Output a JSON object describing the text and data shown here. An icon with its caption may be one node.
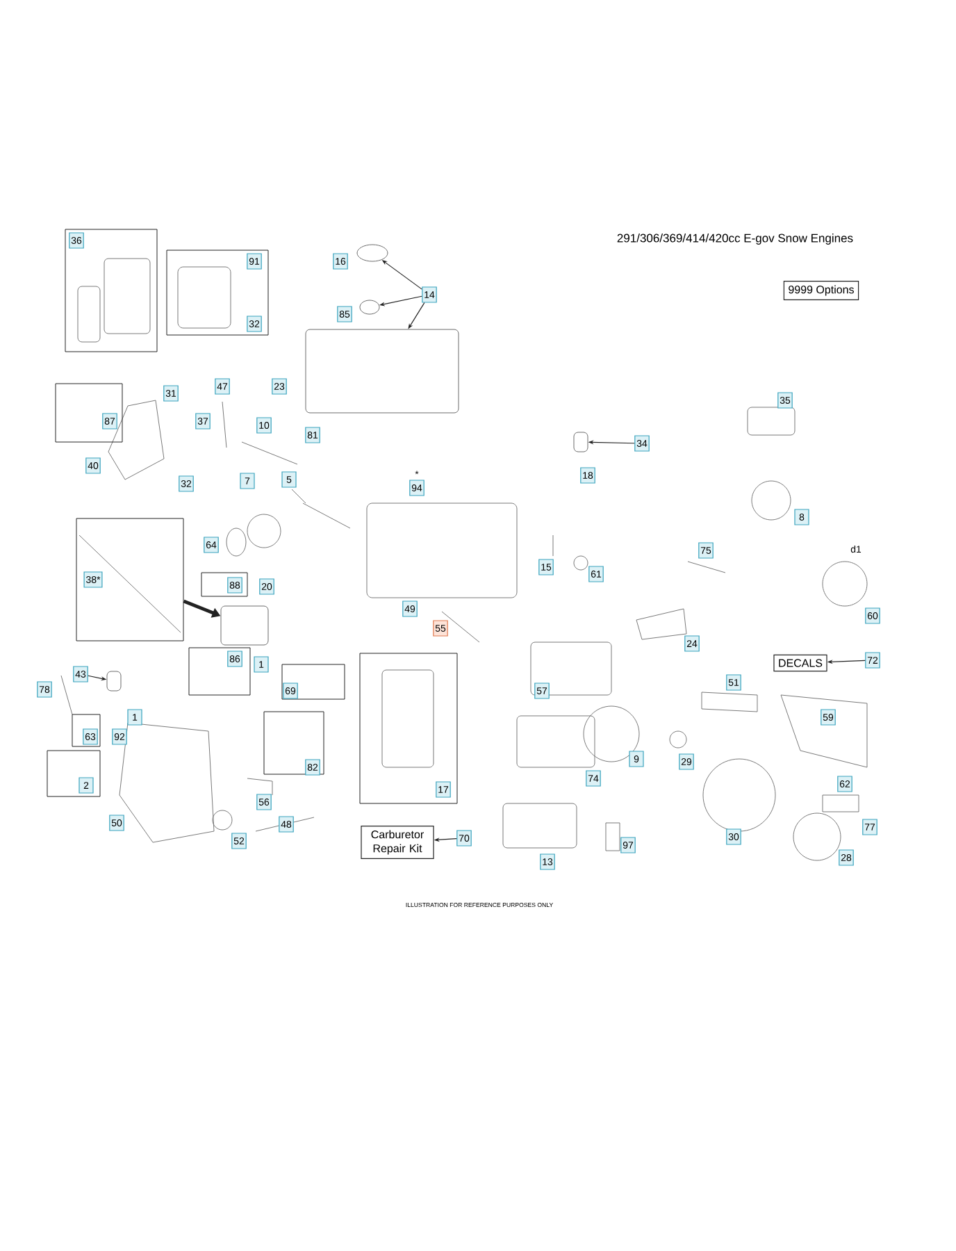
{
  "diagram": {
    "title": "291/306/369/414/420cc E-gov Snow Engines",
    "caption": "ILLUSTRATION FOR REFERENCE PURPOSES ONLY",
    "nodes": [
      {
        "text": [],
        "shape": "box"
      },
      {
        "text": [
          "36"
        ],
        "in": 0
      },
      {
        "text": [],
        "shape": "box"
      },
      {
        "text": [
          "91"
        ],
        "in": 2
      },
      {
        "text": [
          "32"
        ],
        "in": 2
      },
      {
        "text": [
          "16"
        ]
      },
      {
        "text": [],
        "shape": "circle"
      },
      {
        "text": [
          "14"
        ]
      },
      {
        "text": [
          "85"
        ]
      },
      {
        "text": [],
        "shape": "circle"
      },
      {
        "text": [],
        "shape": "box"
      },
      {
        "text": [
          "9999  Options"
        ]
      },
      {
        "text": [],
        "shape": "box"
      },
      {
        "text": [
          "87"
        ],
        "in": 12
      },
      {
        "text": [
          "31"
        ]
      },
      {
        "text": [
          "47"
        ]
      },
      {
        "text": [
          "23"
        ]
      },
      {
        "text": [
          "37"
        ]
      },
      {
        "text": [
          "10"
        ]
      },
      {
        "text": [
          "81"
        ]
      },
      {
        "text": [
          "35"
        ]
      },
      {
        "text": [
          "34"
        ]
      },
      {
        "text": [],
        "shape": "box"
      },
      {
        "text": [
          "40"
        ]
      },
      {
        "text": [
          "18"
        ]
      },
      {
        "text": [
          "32"
        ]
      },
      {
        "text": [
          "7"
        ]
      },
      {
        "text": [
          "5"
        ]
      },
      {
        "text": [
          "94"
        ],
        "beside": [
          "*"
        ]
      },
      {
        "text": [
          "8"
        ]
      },
      {
        "text": [],
        "shape": "box"
      },
      {
        "text": [
          "38*"
        ],
        "in": 30
      },
      {
        "text": [
          "64"
        ]
      },
      {
        "text": [
          "75"
        ]
      },
      {
        "text": [
          "15"
        ]
      },
      {
        "text": [
          "61"
        ]
      },
      {
        "text": [],
        "shape": "box"
      },
      {
        "text": [
          "88"
        ],
        "in": 36
      },
      {
        "text": [
          "20"
        ]
      },
      {
        "text": [
          "49"
        ]
      },
      {
        "text": [
          "60"
        ]
      },
      {
        "text": [
          "55"
        ]
      },
      {
        "text": [
          "24"
        ]
      },
      {
        "text": [],
        "shape": "box"
      },
      {
        "text": [
          "DECALS"
        ]
      },
      {
        "text": [
          "72"
        ]
      },
      {
        "text": [],
        "shape": "box"
      },
      {
        "text": [
          "86"
        ],
        "in": 46
      },
      {
        "text": [
          "1"
        ]
      },
      {
        "text": [
          "43"
        ]
      },
      {
        "text": [],
        "shape": "box"
      },
      {
        "text": [
          "78"
        ]
      },
      {
        "text": [],
        "shape": "box"
      },
      {
        "text": [
          "69"
        ],
        "in": 52
      },
      {
        "text": [
          "57"
        ]
      },
      {
        "text": [
          "51"
        ]
      },
      {
        "text": [],
        "shape": "box"
      },
      {
        "text": [
          "17"
        ],
        "in": 56
      },
      {
        "text": [
          "1"
        ]
      },
      {
        "text": [
          "59"
        ]
      },
      {
        "text": [],
        "shape": "box"
      },
      {
        "text": [
          "63"
        ],
        "in": 60
      },
      {
        "text": [
          "92"
        ]
      },
      {
        "text": [],
        "shape": "box"
      },
      {
        "text": [
          "82"
        ],
        "in": 63
      },
      {
        "text": [
          "9"
        ]
      },
      {
        "text": [
          "29"
        ]
      },
      {
        "text": [
          "74"
        ]
      },
      {
        "text": [],
        "shape": "box"
      },
      {
        "text": [
          "2"
        ],
        "in": 68
      },
      {
        "text": [
          "62"
        ]
      },
      {
        "text": [
          "56"
        ]
      },
      {
        "text": [
          "50"
        ]
      },
      {
        "text": [
          "48"
        ]
      },
      {
        "text": [
          "77"
        ]
      },
      {
        "text": [
          "30"
        ]
      },
      {
        "text": [
          "Carburetor Repair Kit"
        ]
      },
      {
        "text": [
          "70"
        ]
      },
      {
        "text": [
          "52"
        ]
      },
      {
        "text": [
          "97"
        ]
      },
      {
        "text": [
          "13"
        ]
      },
      {
        "text": [
          "28"
        ]
      }
    ],
    "edges": [
      {
        "from": 7,
        "to": 6,
        "arrow": "to"
      },
      {
        "from": 7,
        "to": 9,
        "arrow": "to"
      },
      {
        "from": 7,
        "to": 10,
        "arrow": "to"
      },
      {
        "from": 21,
        "to": 22,
        "arrow": "to"
      },
      {
        "from": 30,
        "to": 43,
        "arrow": "to",
        "style": "thick"
      },
      {
        "from": 45,
        "to": 44,
        "arrow": "to"
      },
      {
        "from": 49,
        "to": 50,
        "arrow": "to"
      },
      {
        "from": 77,
        "to": 76,
        "arrow": "to"
      }
    ],
    "labels": [
      "d1"
    ]
  }
}
